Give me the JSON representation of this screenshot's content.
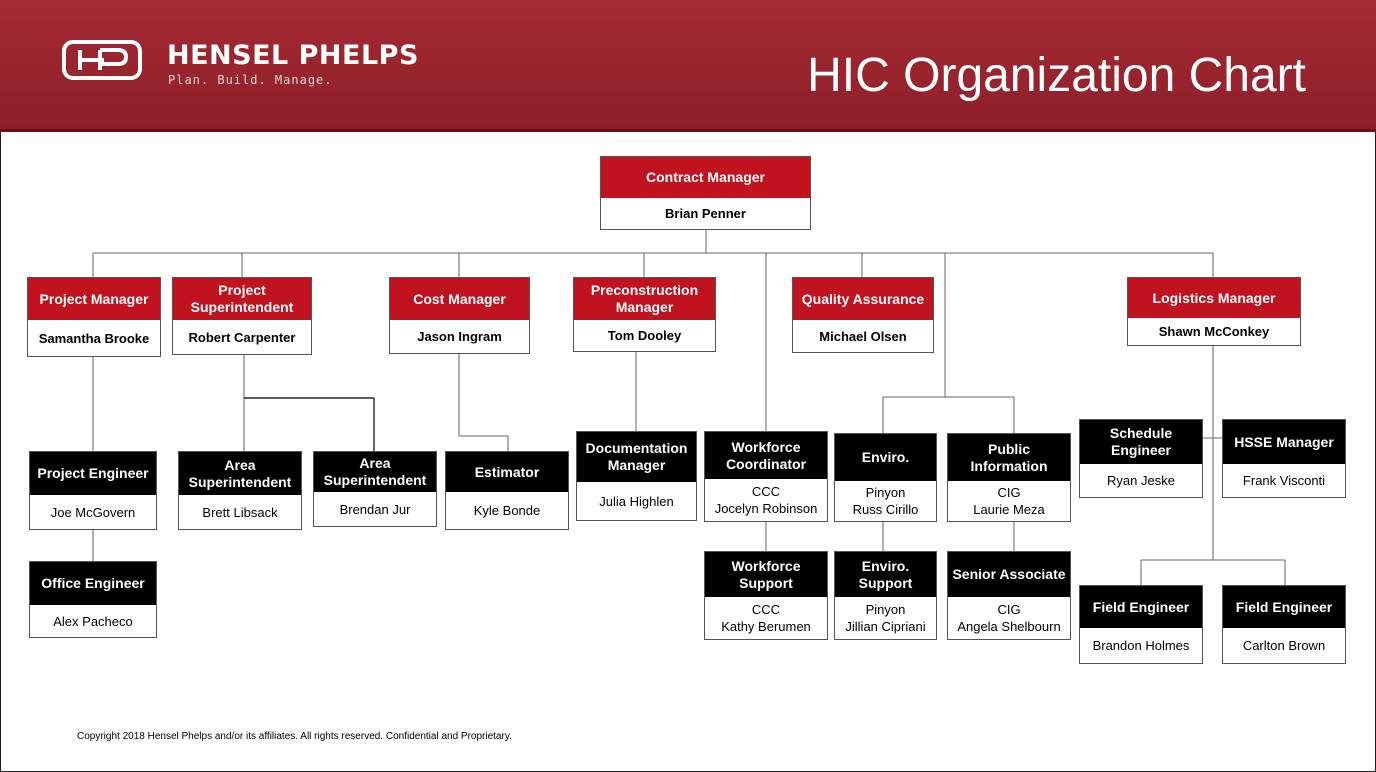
{
  "header": {
    "brand": "HENSEL PHELPS",
    "tagline": "Plan. Build. Manage.",
    "logo_icon": "hp-logo-icon",
    "title": "HIC Organization Chart",
    "color": "#a52a34"
  },
  "org": {
    "contract_manager": {
      "role": "Contract Manager",
      "name": "Brian Penner"
    },
    "project_manager": {
      "role": "Project Manager",
      "name": "Samantha Brooke"
    },
    "project_superintendent": {
      "role": "Project Superintendent",
      "name": "Robert Carpenter"
    },
    "cost_manager": {
      "role": "Cost Manager",
      "name": "Jason Ingram"
    },
    "preconstruction_manager": {
      "role": "Preconstruction Manager",
      "name": "Tom Dooley"
    },
    "quality_assurance": {
      "role": "Quality Assurance",
      "name": "Michael Olsen"
    },
    "logistics_manager": {
      "role": "Logistics Manager",
      "name": "Shawn McConkey"
    },
    "project_engineer": {
      "role": "Project Engineer",
      "name": "Joe McGovern"
    },
    "office_engineer": {
      "role": "Office Engineer",
      "name": "Alex Pacheco"
    },
    "area_superintendent_1": {
      "role": "Area Superintendent",
      "name": "Brett Libsack"
    },
    "area_superintendent_2": {
      "role": "Area Superintendent",
      "name": "Brendan Jur"
    },
    "estimator": {
      "role": "Estimator",
      "name": "Kyle Bonde"
    },
    "documentation_manager": {
      "role": "Documentation Manager",
      "name": "Julia Highlen"
    },
    "workforce_coordinator": {
      "role": "Workforce Coordinator",
      "org": "CCC",
      "name": "Jocelyn Robinson"
    },
    "workforce_support": {
      "role": "Workforce Support",
      "org": "CCC",
      "name": "Kathy Berumen"
    },
    "enviro": {
      "role": "Enviro.",
      "org": "Pinyon",
      "name": "Russ Cirillo"
    },
    "enviro_support": {
      "role": "Enviro. Support",
      "org": "Pinyon",
      "name": "Jillian Cipriani"
    },
    "public_information": {
      "role": "Public Information",
      "org": "CIG",
      "name": "Laurie Meza"
    },
    "senior_associate": {
      "role": "Senior Associate",
      "org": "CIG",
      "name": "Angela Shelbourn"
    },
    "schedule_engineer": {
      "role": "Schedule Engineer",
      "name": "Ryan Jeske"
    },
    "hsse_manager": {
      "role": "HSSE Manager",
      "name": "Frank Visconti"
    },
    "field_engineer_1": {
      "role": "Field Engineer",
      "name": "Brandon Holmes"
    },
    "field_engineer_2": {
      "role": "Field Engineer",
      "name": "Carlton Brown"
    }
  },
  "footer": {
    "copyright": "Copyright 2018 Hensel Phelps and/or its affiliates. All rights reserved. Confidential and Proprietary."
  },
  "colors": {
    "red_header": "#c1131f",
    "black_header": "#000000"
  }
}
